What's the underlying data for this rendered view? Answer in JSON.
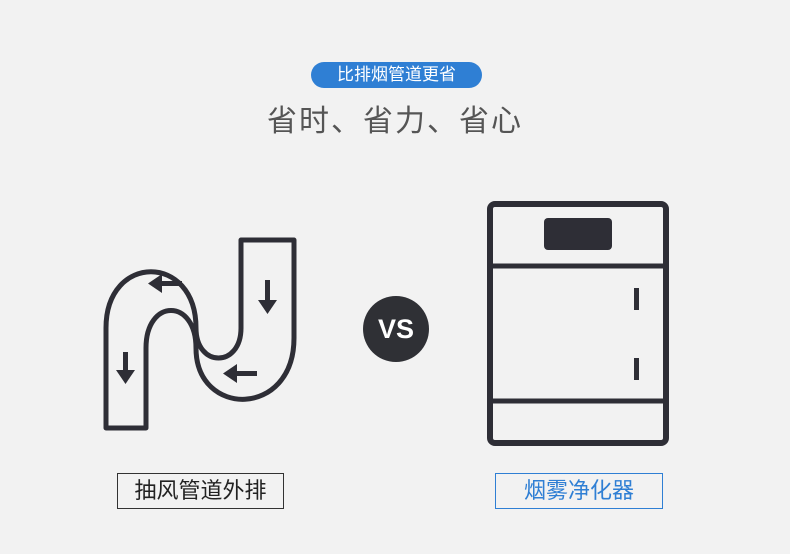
{
  "header": {
    "tag_text": "比排烟管道更省",
    "headline": "省时、省力、省心"
  },
  "comparison": {
    "left_label": "抽风管道外排",
    "vs_text": "VS",
    "right_label": "烟雾净化器"
  },
  "icons": {
    "left": "s-pipe-duct-icon",
    "right": "smoke-purifier-cabinet-icon"
  },
  "colors": {
    "background": "#f2f2f2",
    "accent": "#2f7fd4",
    "dark": "#2f3035",
    "headline": "#555555"
  }
}
